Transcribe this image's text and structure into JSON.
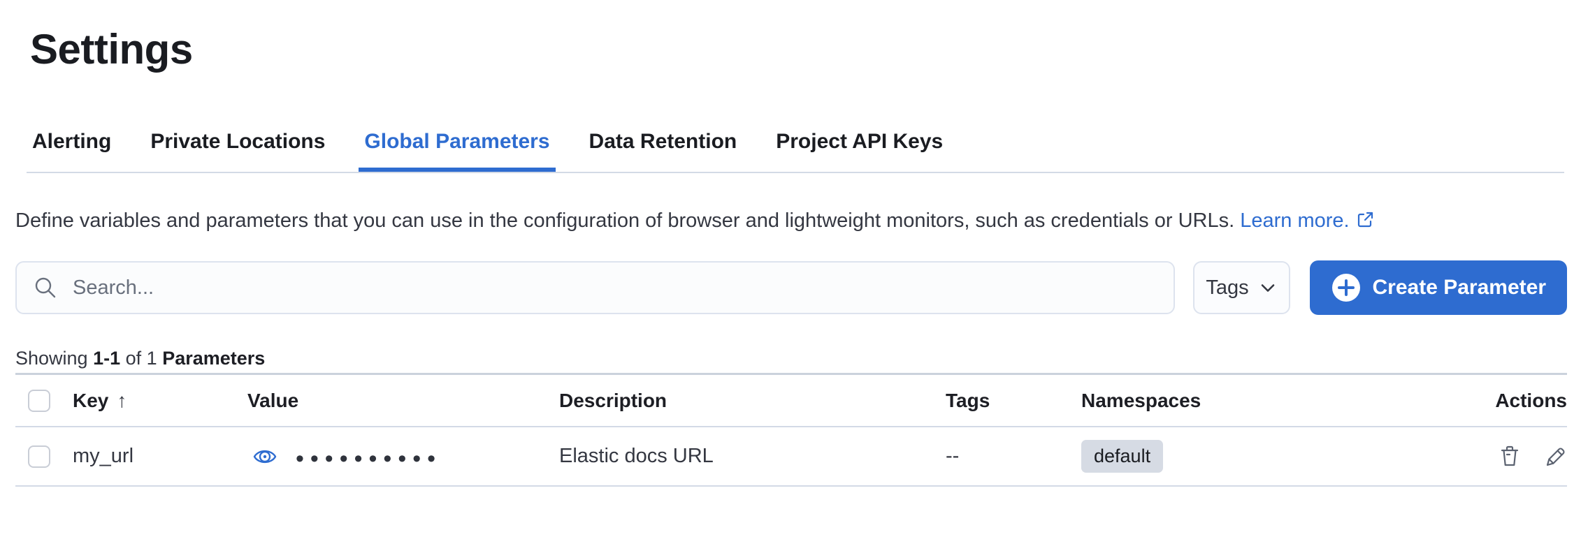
{
  "page": {
    "title": "Settings"
  },
  "tabs": [
    {
      "label": "Alerting",
      "active": false
    },
    {
      "label": "Private Locations",
      "active": false
    },
    {
      "label": "Global Parameters",
      "active": true
    },
    {
      "label": "Data Retention",
      "active": false
    },
    {
      "label": "Project API Keys",
      "active": false
    }
  ],
  "description": {
    "text": "Define variables and parameters that you can use in the configuration of browser and lightweight monitors, such as credentials or URLs.",
    "link_label": "Learn more.",
    "link_icon": "external-link-icon"
  },
  "toolbar": {
    "search_placeholder": "Search...",
    "search_value": "",
    "tags_label": "Tags",
    "tags_icon": "chevron-down-icon",
    "create_label": "Create Parameter",
    "create_icon": "plus-in-circle-icon"
  },
  "summary": {
    "prefix": "Showing",
    "range": "1-1",
    "middle": "of 1",
    "noun": "Parameters"
  },
  "table": {
    "headers": {
      "key": "Key",
      "sort_icon": "sort-ascending-arrow",
      "sort_glyph": "↑",
      "value": "Value",
      "description": "Description",
      "tags": "Tags",
      "namespaces": "Namespaces",
      "actions": "Actions"
    },
    "rows": [
      {
        "key": "my_url",
        "value_masked": "••••••••••",
        "value_icon": "eye-icon",
        "description": "Elastic docs URL",
        "tags": "--",
        "namespace_badge": "default",
        "actions": [
          "delete",
          "edit"
        ]
      }
    ]
  },
  "colors": {
    "accent_blue": "#2e6cd0",
    "title_text": "#1a1c21",
    "body_text": "#343741",
    "muted_text": "#69707d",
    "divider": "#d3dae6",
    "badge_bg": "#d6dbe4",
    "button_fill": "#2e6cd0",
    "icon_gray": "#5b6270"
  }
}
